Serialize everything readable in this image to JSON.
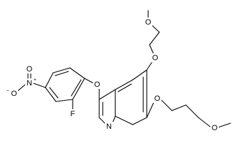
{
  "molecule": {
    "atoms": {
      "o_ether_top": "O",
      "o_ring_top": "O",
      "o_ring_bottom": "O",
      "o_ether_bottom": "O",
      "o_aryl": "O",
      "n_ring": "N",
      "n_nitro": "N",
      "o_nitro_top": "O",
      "o_nitro_left": "O",
      "f_substituent": "F"
    },
    "charges": {
      "n_nitro": "+",
      "o_nitro_left": "−"
    }
  },
  "colors": {
    "ink": "#000000",
    "background": "#ffffff"
  }
}
